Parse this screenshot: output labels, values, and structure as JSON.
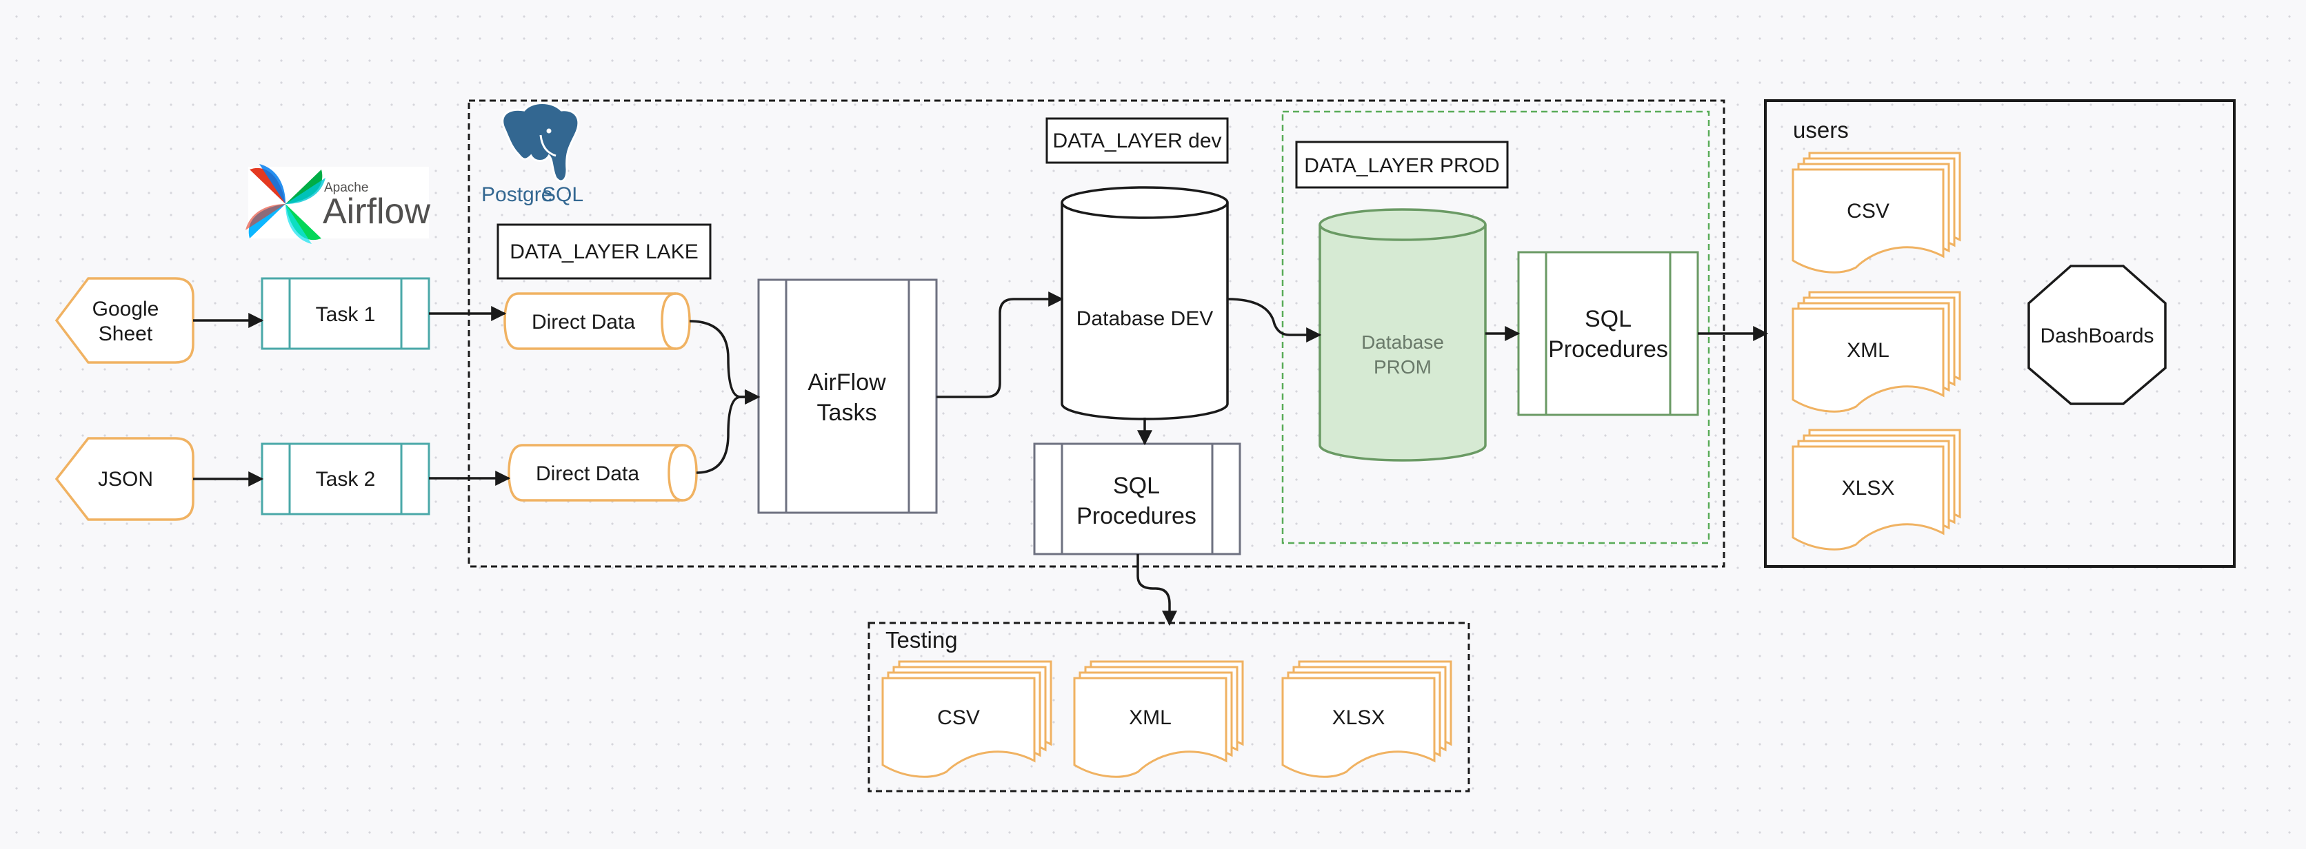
{
  "colors": {
    "orange": "#f0b262",
    "teal": "#4aa8a8",
    "gray": "#6e7180",
    "green_border": "#6a9a64",
    "green_fill": "#d6ead3",
    "dashed_green": "#5aac58",
    "arrow": "#1a1a1a"
  },
  "logos": {
    "airflow_small": "Apache",
    "airflow_big": "Airflow",
    "postgres_left": "Postgre",
    "postgres_right": "SQL"
  },
  "sources": {
    "google_sheet_line1": "Google",
    "google_sheet_line2": "Sheet",
    "json": "JSON"
  },
  "tasks": {
    "task1": "Task 1",
    "task2": "Task 2"
  },
  "lake": {
    "label": "DATA_LAYER LAKE",
    "direct_data_1": "Direct Data",
    "direct_data_2": "Direct Data",
    "airflow_tasks_line1": "AirFlow",
    "airflow_tasks_line2": "Tasks"
  },
  "dev": {
    "label": "DATA_LAYER dev",
    "database": "Database DEV",
    "procedures_line1": "SQL",
    "procedures_line2": "Procedures"
  },
  "prod": {
    "label": "DATA_LAYER PROD",
    "database_line1": "Database",
    "database_line2": "PROM",
    "procedures_line1": "SQL",
    "procedures_line2": "Procedures"
  },
  "users": {
    "title": "users",
    "docs": [
      "CSV",
      "XML",
      "XLSX"
    ],
    "dashboards": "DashBoards"
  },
  "testing": {
    "title": "Testing",
    "docs": [
      "CSV",
      "XML",
      "XLSX"
    ]
  }
}
